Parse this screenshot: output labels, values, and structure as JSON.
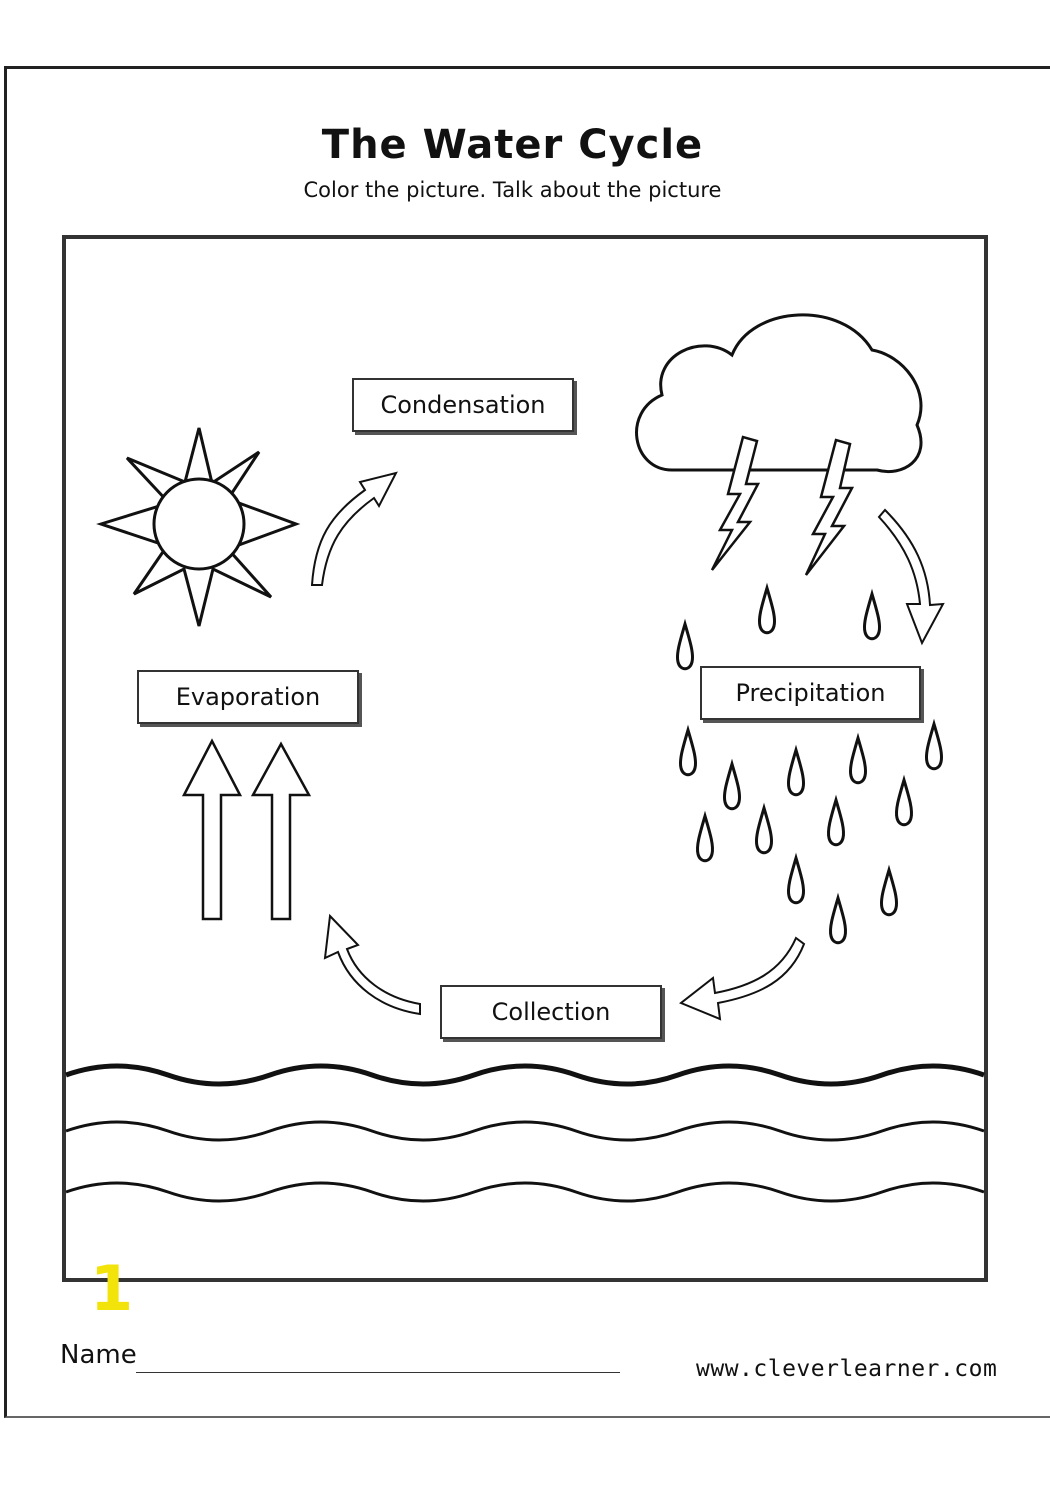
{
  "worksheet": {
    "title": "The Water Cycle",
    "subtitle": "Color the picture. Talk about the picture"
  },
  "labels": {
    "condensation": "Condensation",
    "evaporation": "Evaporation",
    "precipitation": "Precipitation",
    "collection": "Collection"
  },
  "footer": {
    "name_label": "Name",
    "website": "www.cleverlearner.com",
    "page_mark": "1"
  }
}
